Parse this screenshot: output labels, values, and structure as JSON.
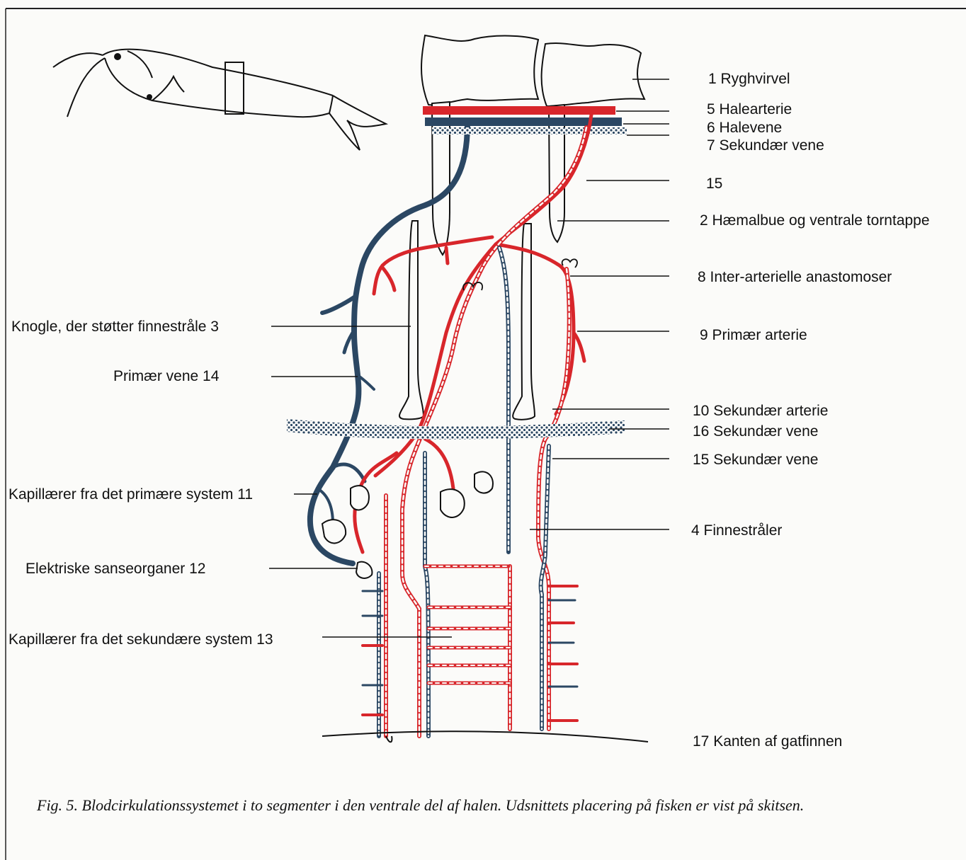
{
  "labels_right": [
    {
      "id": "r1",
      "text": "1  Ryghvirvel"
    },
    {
      "id": "r5",
      "text": "5  Halearterie"
    },
    {
      "id": "r6",
      "text": "6  Halevene"
    },
    {
      "id": "r7",
      "text": "7  Sekundær vene"
    },
    {
      "id": "r15a",
      "text": "15"
    },
    {
      "id": "r2",
      "text": "2  Hæmalbue og ventrale torntappe"
    },
    {
      "id": "r8",
      "text": "8  Inter-arterielle anastomoser"
    },
    {
      "id": "r9",
      "text": "9  Primær arterie"
    },
    {
      "id": "r10",
      "text": "10  Sekundær arterie"
    },
    {
      "id": "r16",
      "text": "16  Sekundær vene"
    },
    {
      "id": "r15b",
      "text": "15  Sekundær vene"
    },
    {
      "id": "r4",
      "text": "4  Finnestråler"
    },
    {
      "id": "r17",
      "text": "17  Kanten af gatfinnen"
    }
  ],
  "labels_left": [
    {
      "id": "l3",
      "text": "Knogle, der støtter finnestråle   3"
    },
    {
      "id": "l14",
      "text": "Primær vene  14"
    },
    {
      "id": "l11",
      "text": "Kapillærer fra det primære system  11"
    },
    {
      "id": "l12",
      "text": "Elektriske sanseorganer  12"
    },
    {
      "id": "l13",
      "text": "Kapillærer fra det sekundære system  13"
    }
  ],
  "caption": "Fig. 5. Blodcirkulationssystemet i to segmenter i den ventrale del af halen. Udsnittets placering på fisken er vist på skitsen.",
  "colors": {
    "artery": "#d8262b",
    "vein": "#2b4763",
    "line": "#1a1a1a"
  }
}
